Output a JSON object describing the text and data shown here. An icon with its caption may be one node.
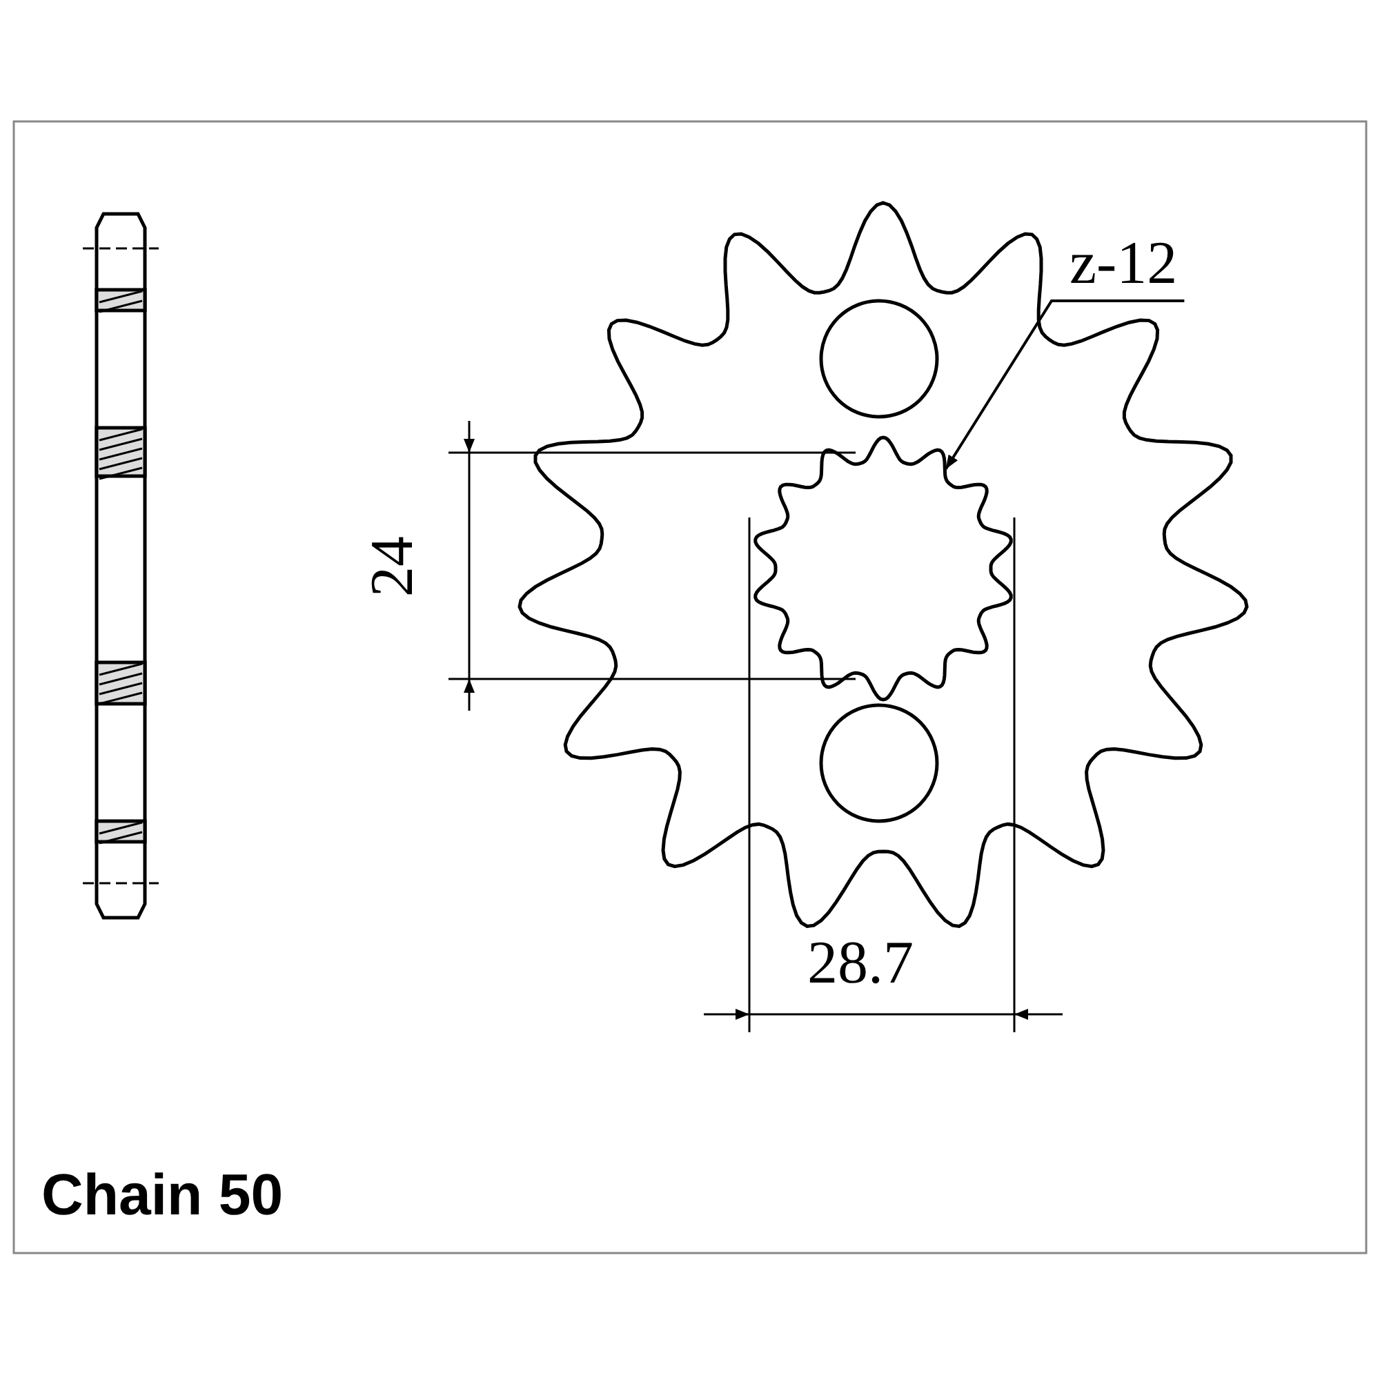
{
  "diagram": {
    "nodes": [
      {
        "text": [
          "z-12"
        ]
      },
      {
        "text": [],
        "shape": "picture"
      }
    ],
    "edges": [
      {
        "from": 0,
        "to": 1,
        "arrow": "to"
      }
    ],
    "labels": [
      "24",
      "28.7",
      "Chain 50"
    ]
  }
}
